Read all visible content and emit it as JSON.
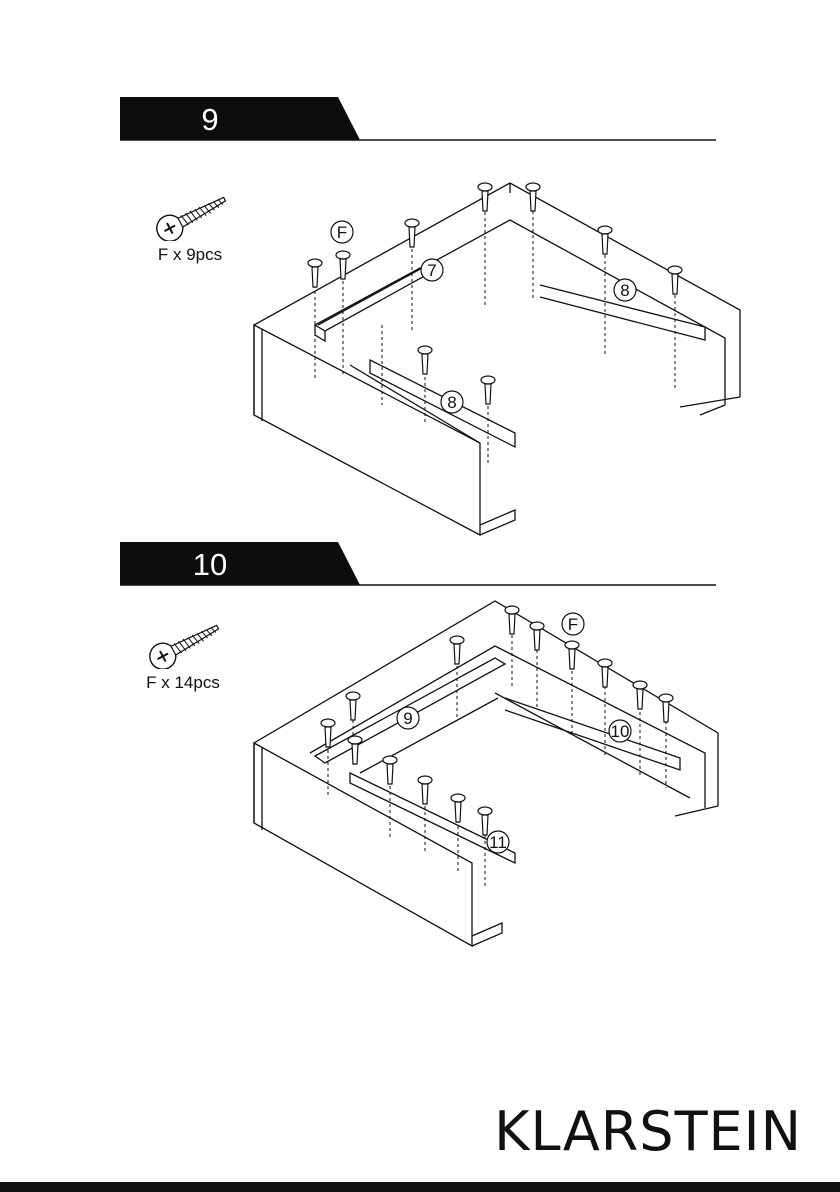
{
  "steps": [
    {
      "number": "9",
      "screw_icon": "screw-icon",
      "screw_quantity": "F x 9pcs",
      "callouts": {
        "screw_type": "F",
        "part_a": "7",
        "part_b": "8",
        "part_c": "8"
      }
    },
    {
      "number": "10",
      "screw_icon": "screw-icon",
      "screw_quantity": "F x 14pcs",
      "callouts": {
        "screw_type": "F",
        "part_a": "9",
        "part_b": "10",
        "part_c": "11"
      }
    }
  ],
  "brand": "KLARSTEIN"
}
